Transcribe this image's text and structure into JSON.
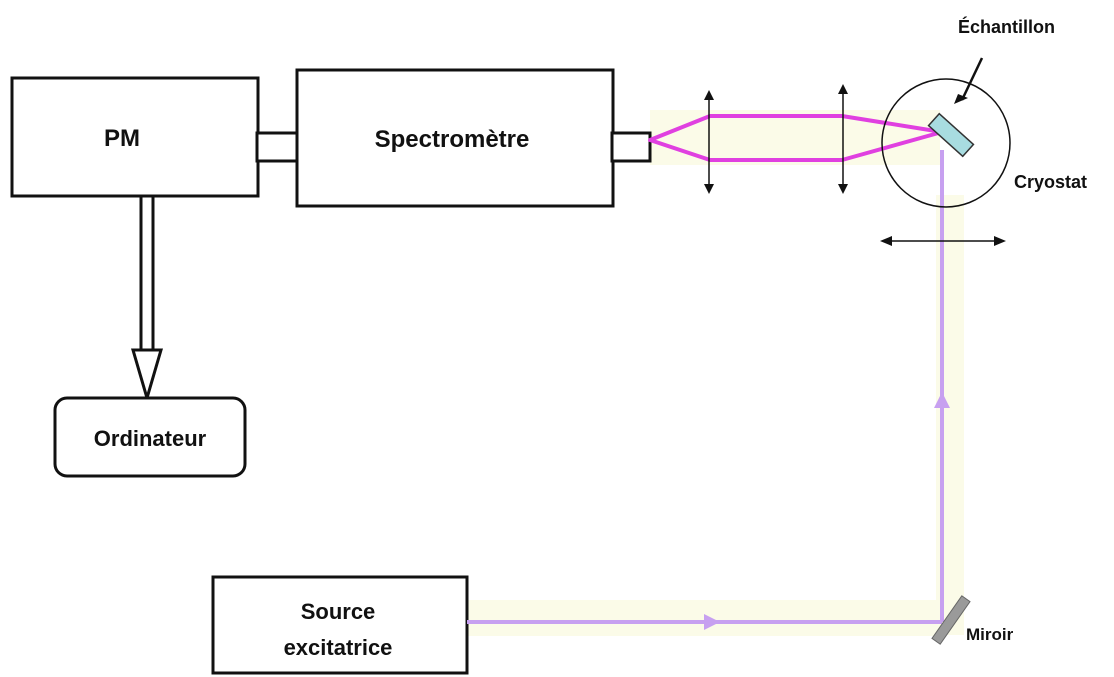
{
  "diagram": {
    "labels": {
      "pm": "PM",
      "spectrometer": "Spectromètre",
      "computer": "Ordinateur",
      "source_line1": "Source",
      "source_line2": "excitatrice",
      "sample": "Échantillon",
      "cryostat": "Cryostat",
      "mirror": "Miroir"
    },
    "colors": {
      "emission_beam": "#e040e0",
      "excitation_beam": "#c7a0f0",
      "beam_glow": "#fbfbe8",
      "sample_fill": "#a8dce0",
      "mirror_fill": "#9a9a9a",
      "outline": "#111111"
    }
  }
}
